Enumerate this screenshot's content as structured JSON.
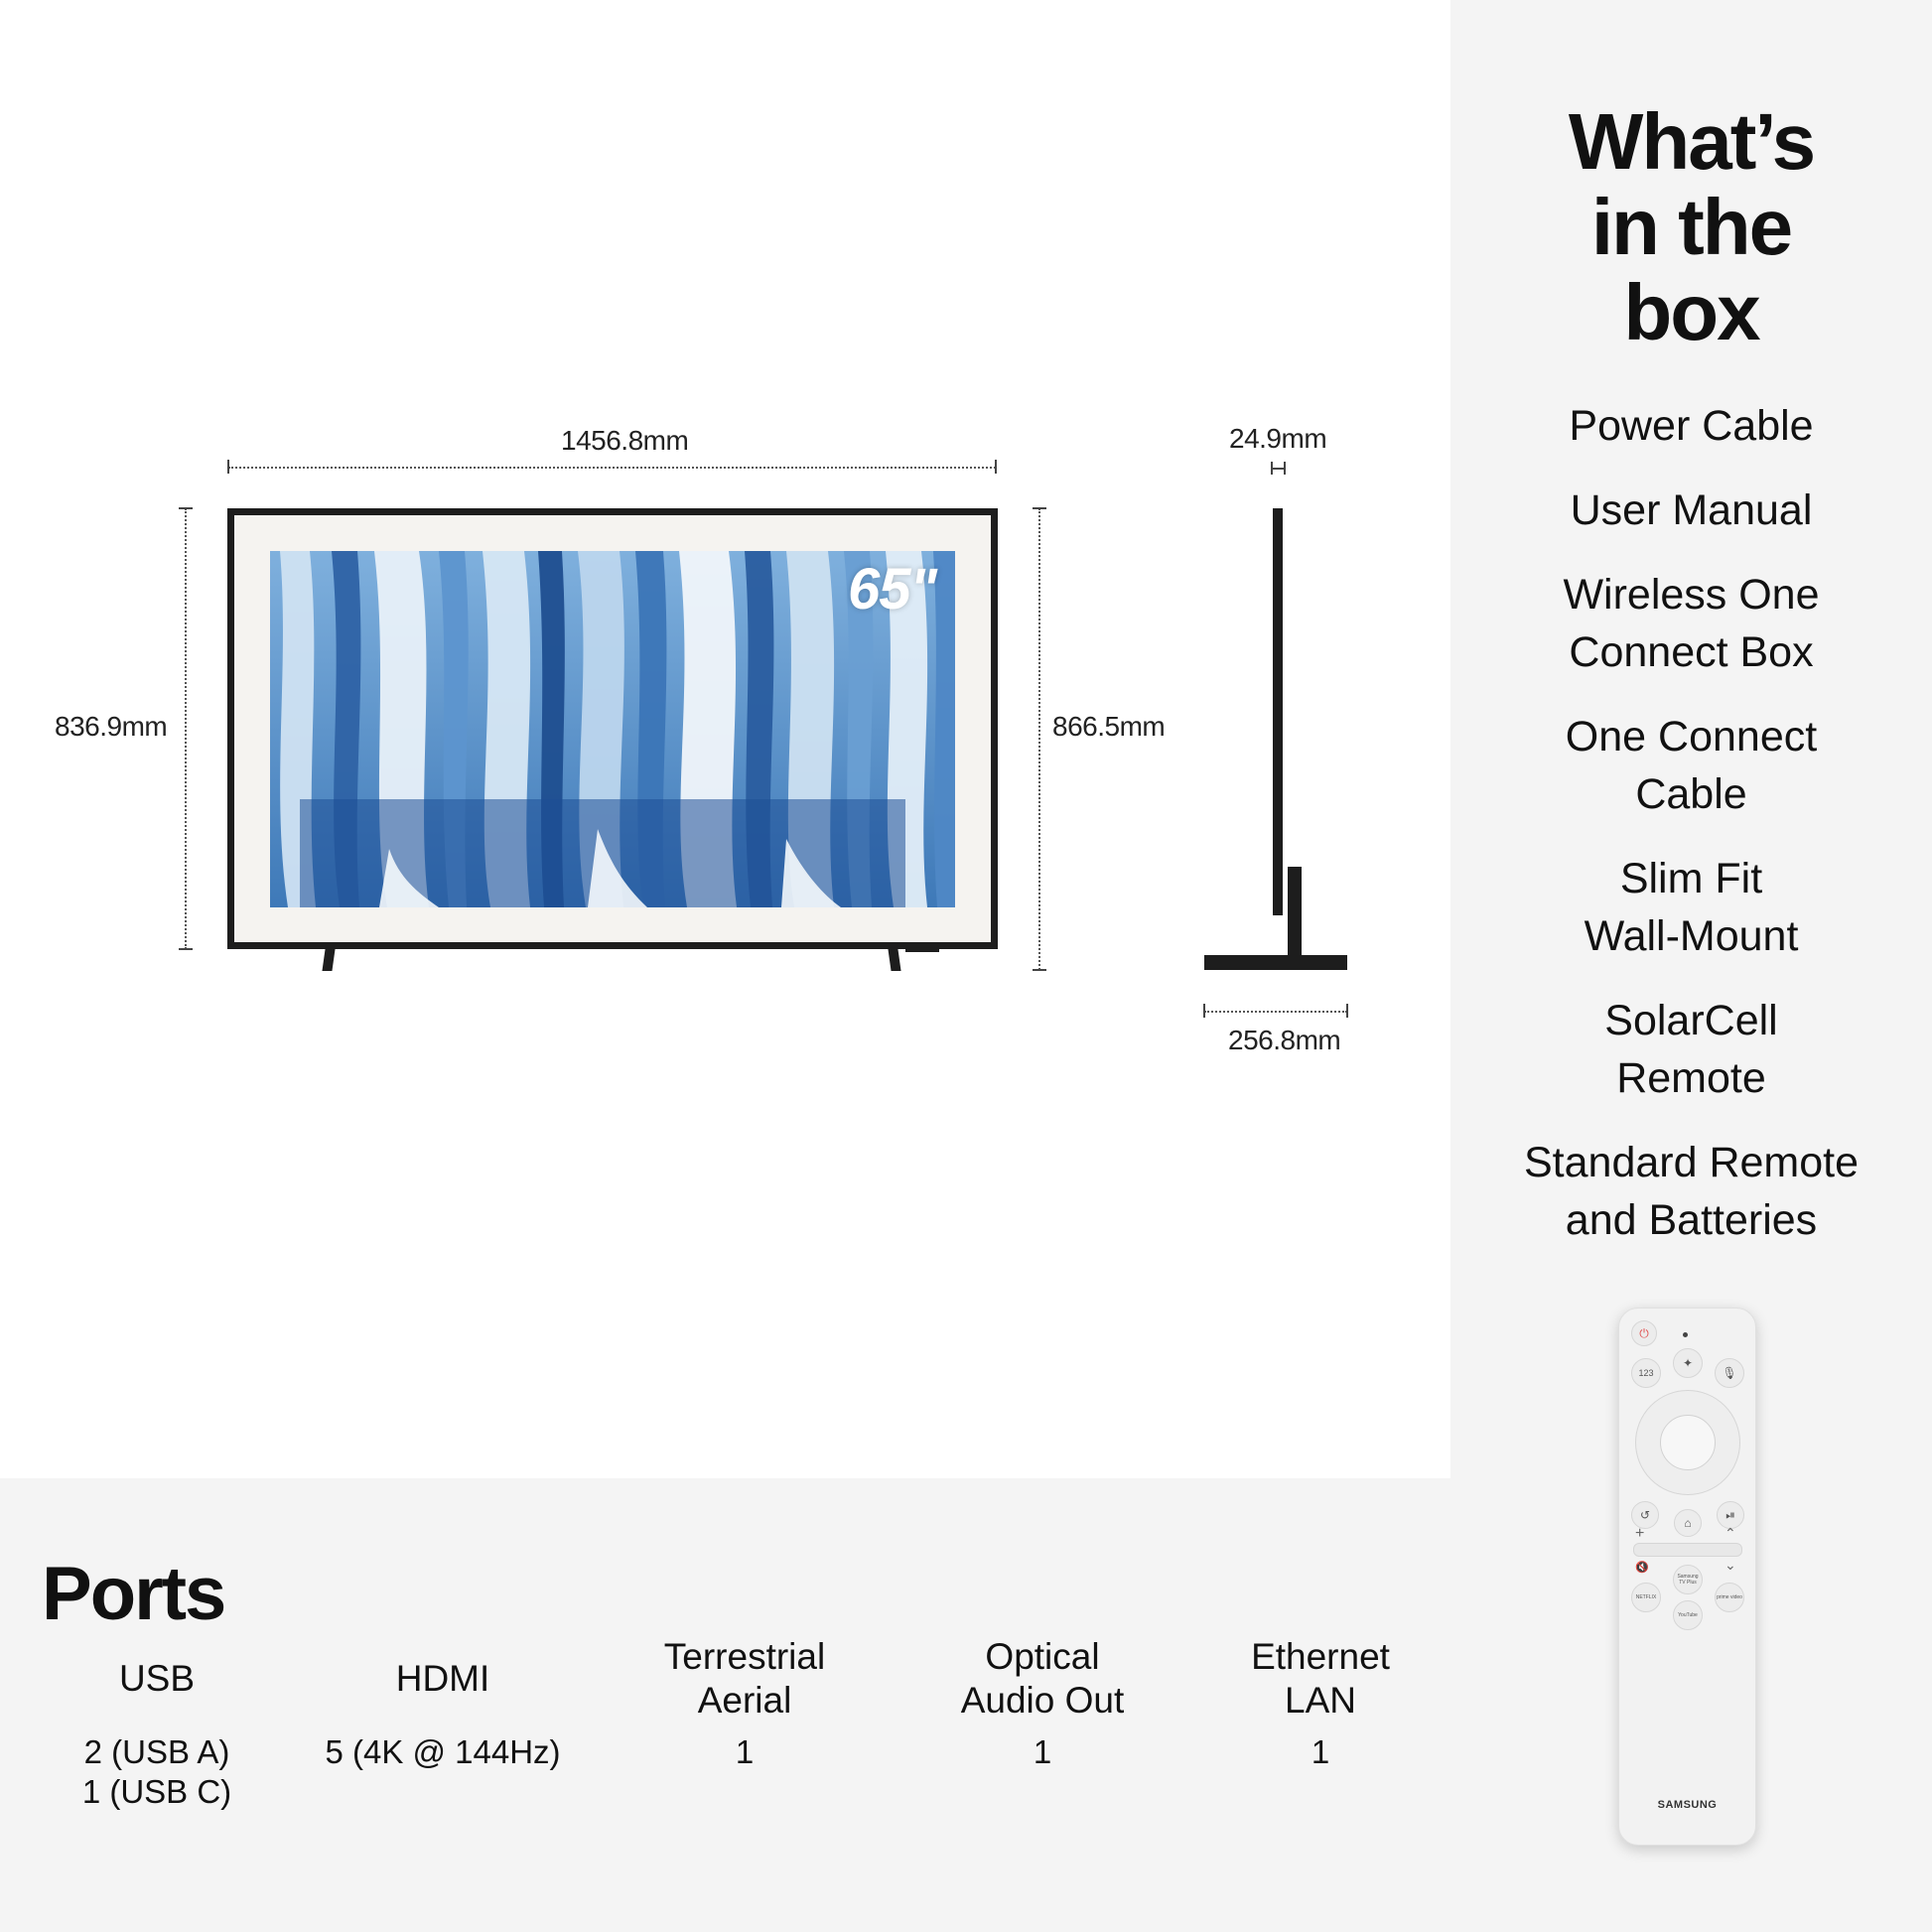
{
  "dimensions": {
    "width": "1456.8mm",
    "height": "836.9mm",
    "height_with_stand": "866.5mm",
    "depth": "24.9mm",
    "stand_depth": "256.8mm",
    "screen_size": "65\""
  },
  "box": {
    "title_lines": [
      "What’s",
      "in the",
      "box"
    ],
    "items": [
      [
        "Power Cable"
      ],
      [
        "User Manual"
      ],
      [
        "Wireless One",
        "Connect Box"
      ],
      [
        "One Connect",
        "Cable"
      ],
      [
        "Slim Fit",
        "Wall-Mount"
      ],
      [
        "SolarCell",
        "Remote"
      ],
      [
        "Standard Remote",
        "and Batteries"
      ]
    ]
  },
  "ports": {
    "title": "Ports",
    "columns": [
      {
        "head": [
          "USB"
        ],
        "value": [
          "2 (USB A)",
          "1 (USB C)"
        ]
      },
      {
        "head": [
          "HDMI"
        ],
        "value": [
          "5 (4K @ 144Hz)"
        ]
      },
      {
        "head": [
          "Terrestrial",
          "Aerial"
        ],
        "value": [
          "1"
        ]
      },
      {
        "head": [
          "Optical",
          "Audio Out"
        ],
        "value": [
          "1"
        ]
      },
      {
        "head": [
          "Ethernet",
          "LAN"
        ],
        "value": [
          "1"
        ]
      }
    ]
  },
  "remote": {
    "brand": "SAMSUNG",
    "num_label": "123",
    "apps": [
      "Samsung TV Plus",
      "NETFLIX",
      "prime video",
      "YouTube"
    ]
  },
  "colors": {
    "panel_bg": "#f4f4f4",
    "frame": "#1d1d1d",
    "mat": "#f5f3f0",
    "art_blue": "#4a86c4"
  }
}
